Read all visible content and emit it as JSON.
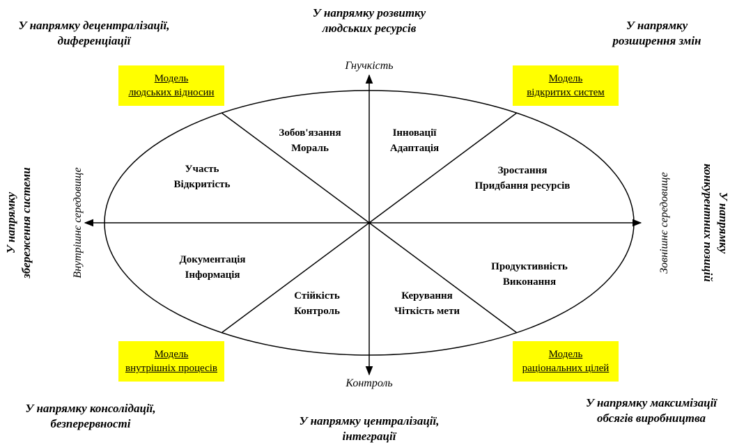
{
  "directions": {
    "top": "У напрямку розвитку\nлюдських ресурсів",
    "top_left": "У напрямку децентралізації,\nдиференціації",
    "top_right": "У напрямку\nрозширення змін",
    "bottom": "У напрямку централізації,\nінтеграції",
    "bottom_left": "У напрямку консолідації,\nбезперервності",
    "bottom_right": "У напрямку максимізації\nобсягів виробництва",
    "left": "У напрямку\nзбереження системи",
    "right": "У напрямку\nконкурентних позицій"
  },
  "axes": {
    "top": "Гнучкість",
    "bottom": "Контроль",
    "left": "Внутрішнє середовище",
    "right": "Зовнішнє середовище"
  },
  "sectors": {
    "commitment": "Зобов'язання\nМораль",
    "innovation": "Інновації\nАдаптація",
    "participation": "Участь\nВідкритість",
    "growth": "Зростання\nПридбання ресурсів",
    "documentation": "Документація\nІнформація",
    "productivity": "Продуктивність\nВиконання",
    "stability": "Стійкість\nКонтроль",
    "management": "Керування\nЧіткість мети"
  },
  "models": {
    "human_relations": {
      "line1": "Модель",
      "line2": "людських відносин"
    },
    "open_systems": {
      "line1": "Модель",
      "line2": "відкритих систем"
    },
    "internal_process": {
      "line1": "Модель",
      "line2": "внутрішніх процесів"
    },
    "rational_goals": {
      "line1": "Модель",
      "line2": "раціональних цілей"
    }
  },
  "colors": {
    "model_fill": "#ffff00",
    "stroke": "#000000"
  }
}
